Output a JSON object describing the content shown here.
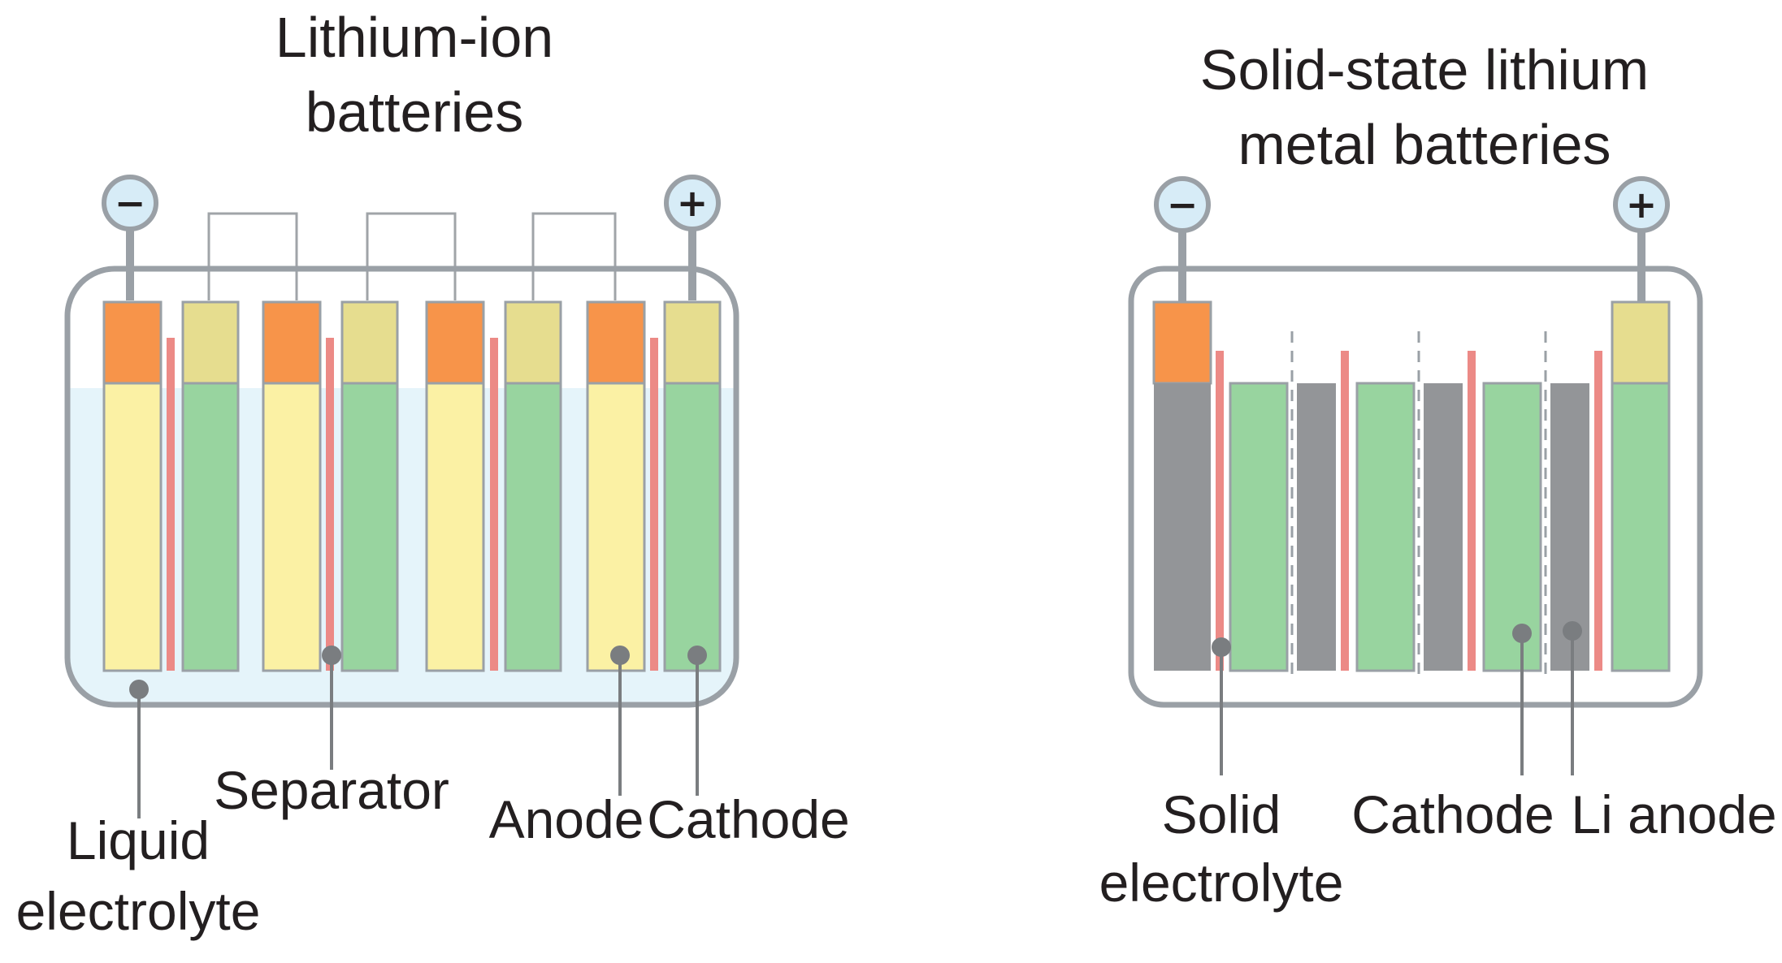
{
  "colors": {
    "anode_orange": "#f7944a",
    "cathode_cap": "#e6dd8f",
    "anode_yellow": "#fbf1a4",
    "cathode_green": "#98d49f",
    "li_metal_gray": "#939598",
    "separator_red": "#ec8a86",
    "electrolyte_blue": "#e5f4fa",
    "casing_gray": "#9aa0a6",
    "terminal_blue": "#d7ecf7"
  },
  "left_panel": {
    "title_line1": "Lithium-ion",
    "title_line2": "batteries",
    "terminal_negative": "−",
    "terminal_positive": "+",
    "labels": {
      "liquid_electrolyte_line1": "Liquid",
      "liquid_electrolyte_line2": "electrolyte",
      "separator": "Separator",
      "anode": "Anode",
      "cathode": "Cathode"
    }
  },
  "right_panel": {
    "title_line1": "Solid-state lithium",
    "title_line2": "metal batteries",
    "terminal_negative": "−",
    "terminal_positive": "+",
    "labels": {
      "solid_electrolyte_line1": "Solid",
      "solid_electrolyte_line2": "electrolyte",
      "cathode": "Cathode",
      "li_anode": "Li anode"
    }
  }
}
